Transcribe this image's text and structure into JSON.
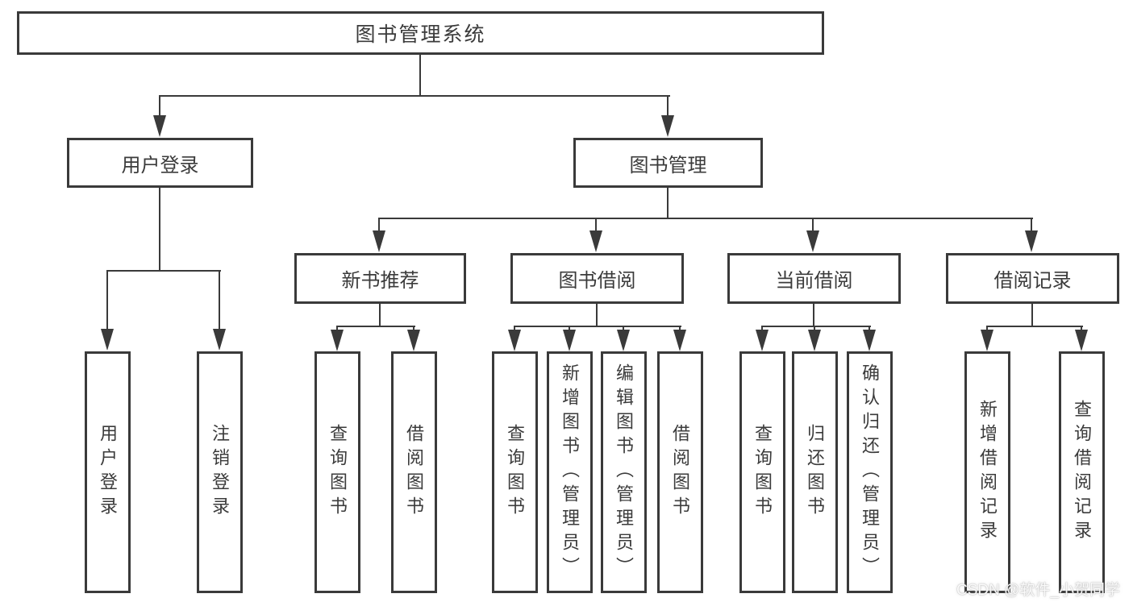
{
  "diagram_type": "hierarchy-tree",
  "tree": {
    "label": "图书管理系统",
    "children": [
      {
        "label": "用户登录",
        "children": [
          {
            "label": "用户登录"
          },
          {
            "label": "注销登录"
          }
        ]
      },
      {
        "label": "图书管理",
        "children": [
          {
            "label": "新书推荐",
            "children": [
              {
                "label": "查询图书"
              },
              {
                "label": "借阅图书"
              }
            ]
          },
          {
            "label": "图书借阅",
            "children": [
              {
                "label": "查询图书"
              },
              {
                "label": "新增图书（管理员）"
              },
              {
                "label": "编辑图书（管理员）"
              },
              {
                "label": "借阅图书"
              }
            ]
          },
          {
            "label": "当前借阅",
            "children": [
              {
                "label": "查询图书"
              },
              {
                "label": "归还图书"
              },
              {
                "label": "确认归还（管理员）"
              }
            ]
          },
          {
            "label": "借阅记录",
            "children": [
              {
                "label": "新增借阅记录"
              },
              {
                "label": "查询借阅记录"
              }
            ]
          }
        ]
      }
    ]
  },
  "watermark": {
    "text": "CSDN @软件_小贺同学"
  },
  "colors": {
    "line": "#3a3a3a",
    "text": "#3b3b3b",
    "background": "#ffffff",
    "watermark_text": "#f2f2f2"
  }
}
